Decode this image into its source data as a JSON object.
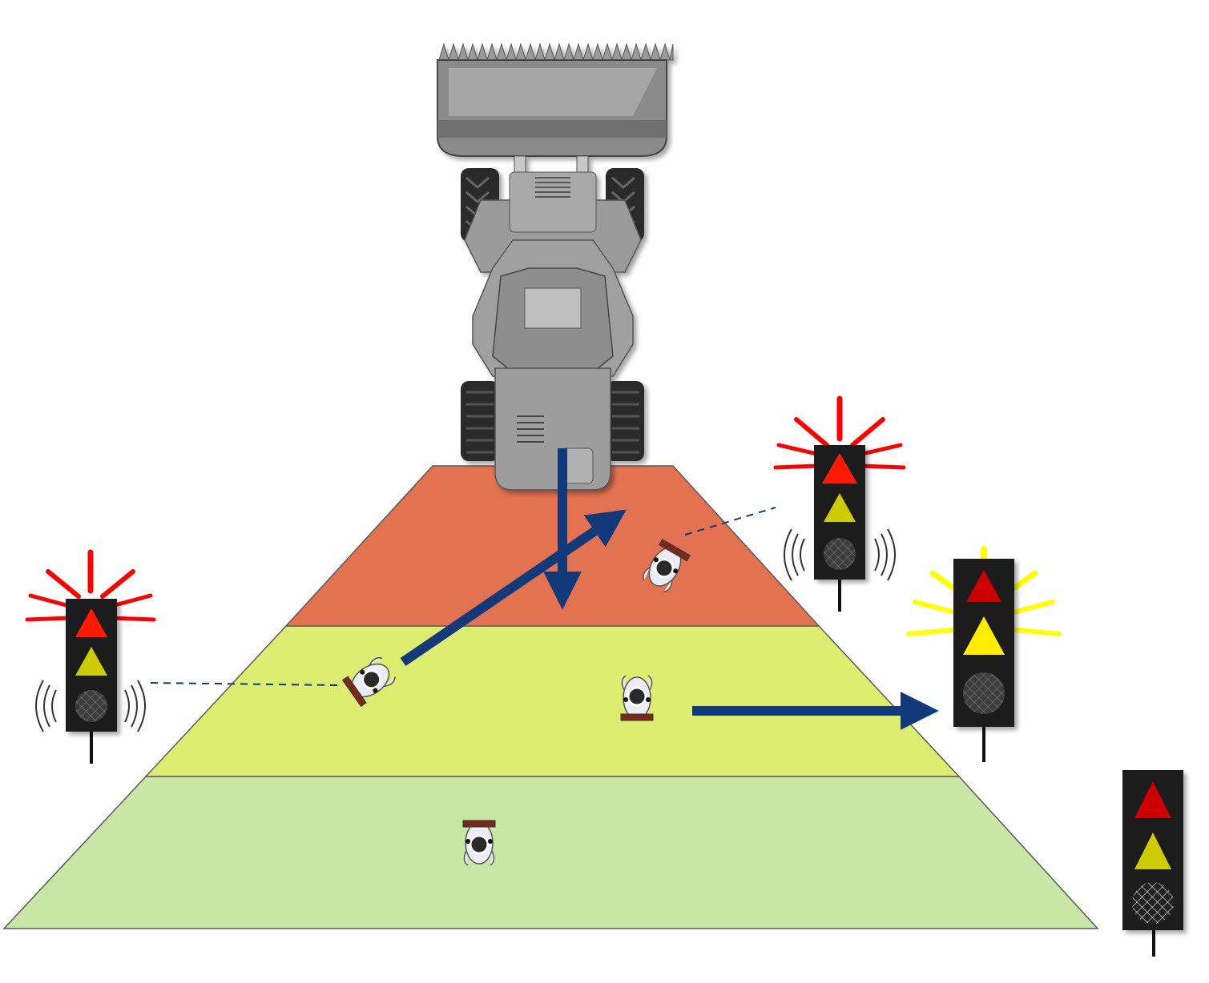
{
  "colors": {
    "background": "#ffffff",
    "zone_danger": "#e27250",
    "zone_warning": "#dced70",
    "zone_safe": "#c8e6a6",
    "zone_outline": "#5a5a5a",
    "arrow": "#123a7a",
    "light_housing": "#1c1c1c",
    "light_red": "#ff1a00",
    "light_red_dim": "#cc0000",
    "light_yellow": "#ffee00",
    "light_yellow_dim": "#cccc00",
    "light_off": "#3c3c3c",
    "flash_red": "#ff0000",
    "flash_yellow": "#ffff00",
    "machine_body": "#8a8a8a",
    "worker_body": "#ececf6"
  },
  "zones": [
    {
      "name": "danger-zone",
      "color_key": "zone_danger"
    },
    {
      "name": "warning-zone",
      "color_key": "zone_warning"
    },
    {
      "name": "safe-zone",
      "color_key": "zone_safe"
    }
  ],
  "machine": {
    "type": "wheel-loader",
    "view": "top-down",
    "attachment": "bucket"
  },
  "traffic_lights": [
    {
      "name": "left-worker-light",
      "state": "red-flashing",
      "vibrating": true
    },
    {
      "name": "right-worker-light",
      "state": "red-flashing",
      "vibrating": true
    },
    {
      "name": "operator-light",
      "state": "yellow-flashing",
      "vibrating": false
    },
    {
      "name": "idle-light",
      "state": "off",
      "vibrating": false
    }
  ],
  "workers": [
    {
      "name": "worker-in-danger-zone",
      "zone": "danger-zone"
    },
    {
      "name": "worker-crossing-warning-zone",
      "zone": "warning-zone"
    },
    {
      "name": "worker-in-warning-zone",
      "zone": "warning-zone"
    },
    {
      "name": "worker-in-safe-zone",
      "zone": "safe-zone"
    }
  ],
  "icons": [
    "wheel-loader-icon",
    "traffic-light-icon",
    "worker-icon",
    "arrow-icon",
    "vibration-icon",
    "flash-icon"
  ]
}
